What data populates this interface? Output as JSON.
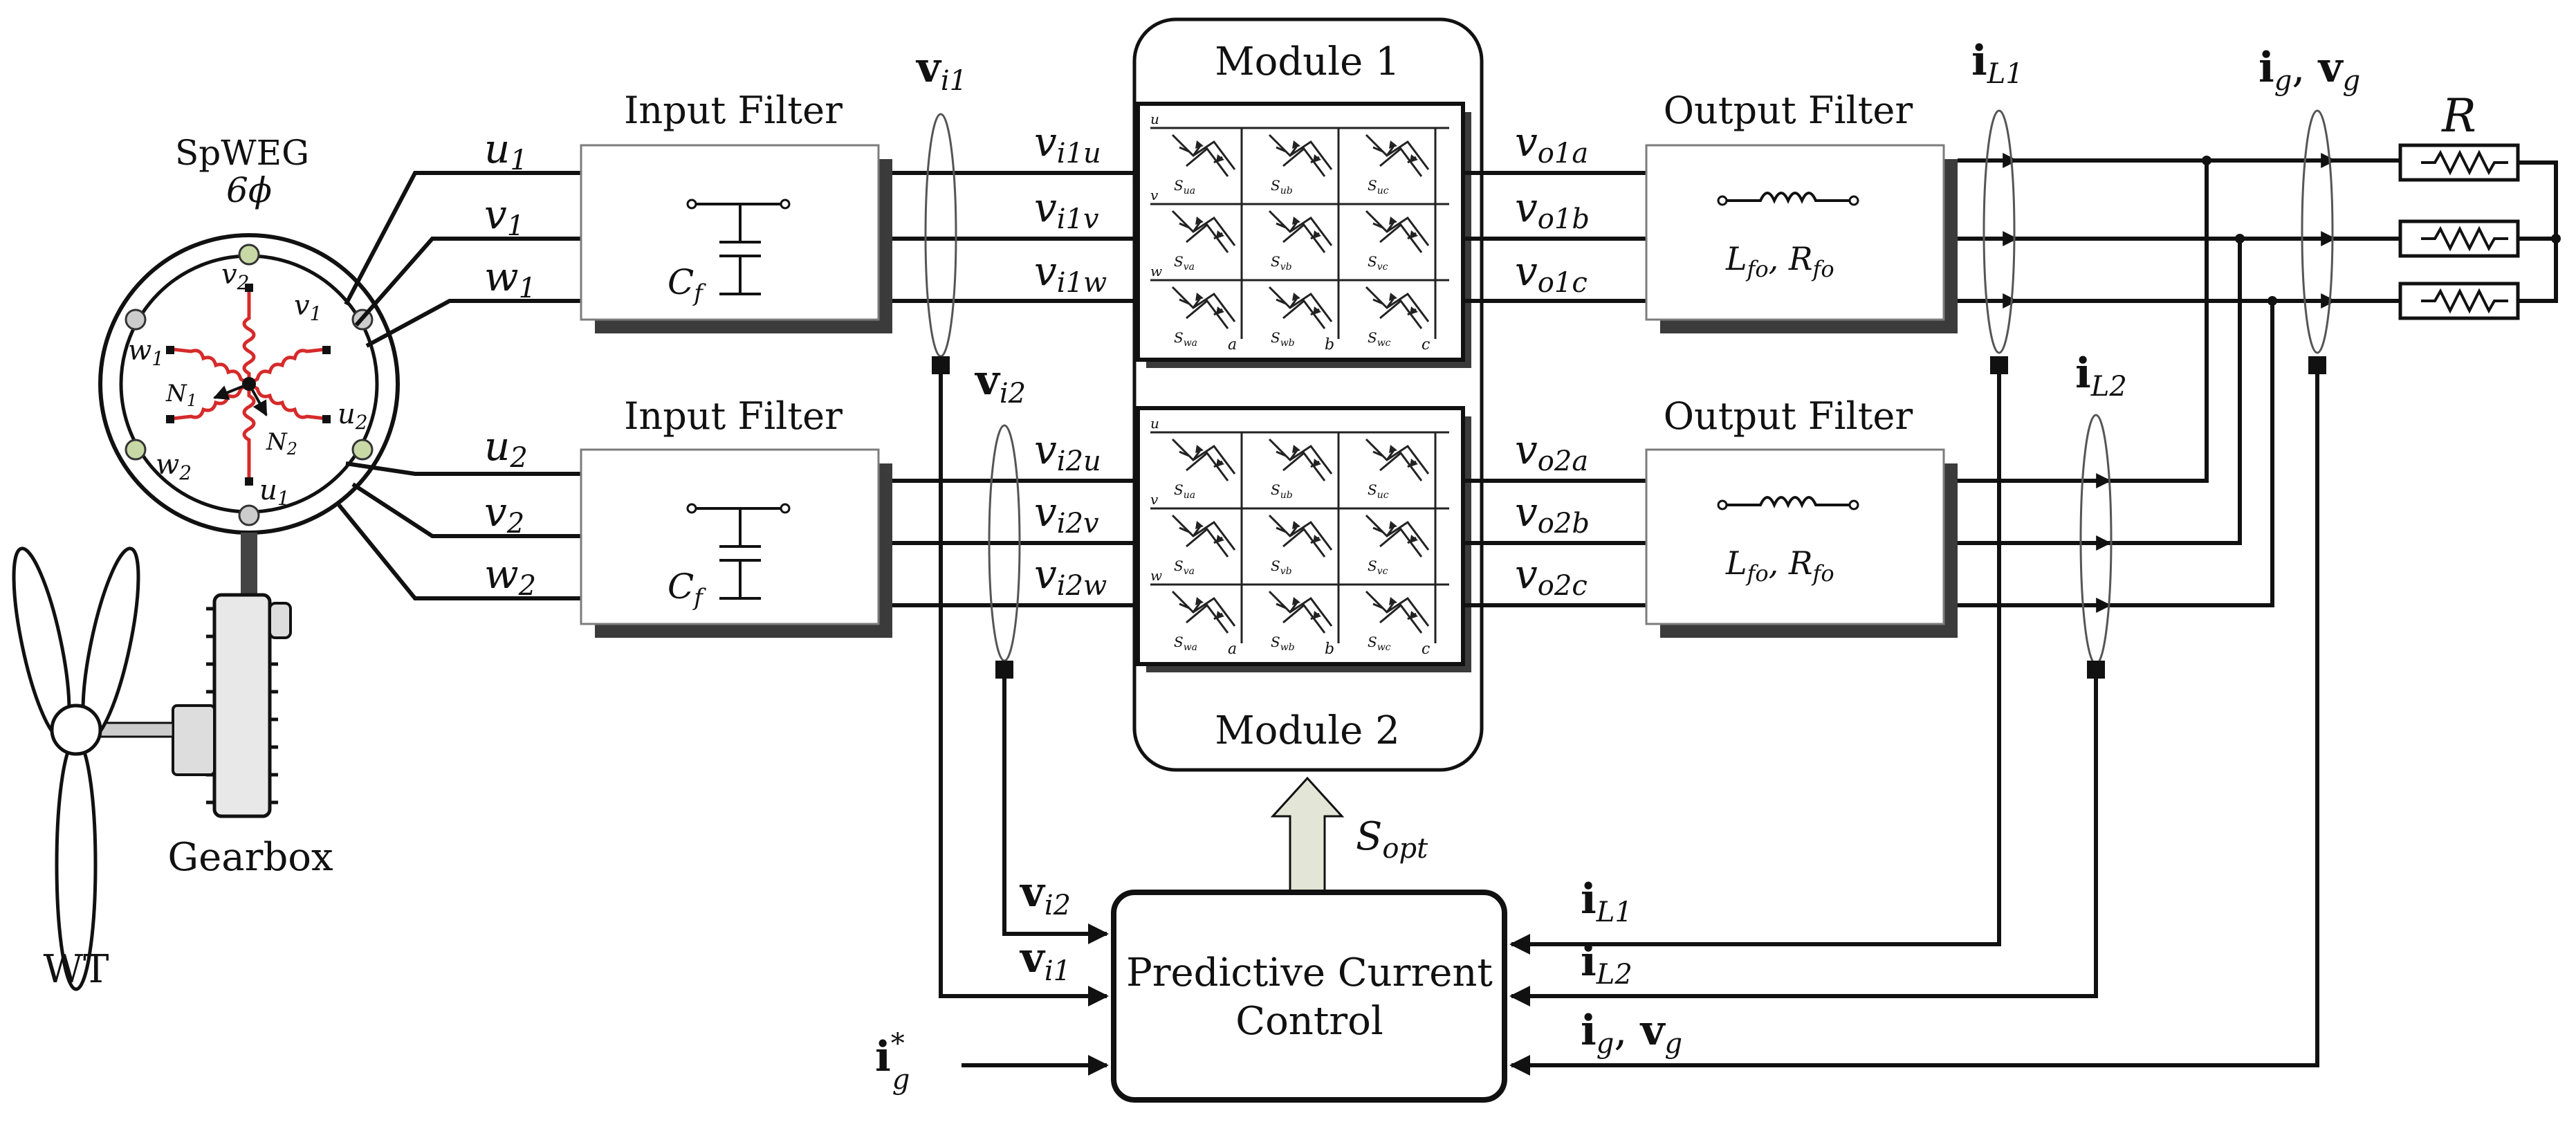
{
  "generator": {
    "name": "SpWEG",
    "phase": "6ϕ",
    "winding_labels": {
      "v2": "v",
      "v2_sub": "2",
      "v1": "v",
      "v1_sub": "1",
      "w1": "w",
      "w1_sub": "1",
      "u2": "u",
      "u2_sub": "2",
      "w2": "w",
      "w2_sub": "2",
      "u1": "u",
      "u1_sub": "1",
      "n1": "N",
      "n1_sub": "1",
      "n2": "N",
      "n2_sub": "2"
    }
  },
  "gearbox_label": "Gearbox",
  "turbine_label": "WT",
  "set1_inputs": [
    {
      "base": "u",
      "sub": "1"
    },
    {
      "base": "v",
      "sub": "1"
    },
    {
      "base": "w",
      "sub": "1"
    }
  ],
  "set2_inputs": [
    {
      "base": "u",
      "sub": "2"
    },
    {
      "base": "v",
      "sub": "2"
    },
    {
      "base": "w",
      "sub": "2"
    }
  ],
  "input_filter": {
    "title": "Input Filter",
    "cap_label": "C",
    "cap_sub": "f"
  },
  "output_filter": {
    "title": "Output Filter",
    "L": "L",
    "L_sub": "fo",
    "sep": ", ",
    "R": "R",
    "R_sub": "fo"
  },
  "module1": {
    "title": "Module 1",
    "in_labels": [
      {
        "base": "v",
        "sub": "i1u"
      },
      {
        "base": "v",
        "sub": "i1v"
      },
      {
        "base": "v",
        "sub": "i1w"
      }
    ],
    "out_labels": [
      {
        "base": "v",
        "sub": "o1a"
      },
      {
        "base": "v",
        "sub": "o1b"
      },
      {
        "base": "v",
        "sub": "o1c"
      }
    ]
  },
  "module2": {
    "title": "Module 2",
    "in_labels": [
      {
        "base": "v",
        "sub": "i2u"
      },
      {
        "base": "v",
        "sub": "i2v"
      },
      {
        "base": "v",
        "sub": "i2w"
      }
    ],
    "out_labels": [
      {
        "base": "v",
        "sub": "o2a"
      },
      {
        "base": "v",
        "sub": "o2b"
      },
      {
        "base": "v",
        "sub": "o2c"
      }
    ]
  },
  "matrix": {
    "rows": [
      "u",
      "v",
      "w"
    ],
    "cols": [
      "a",
      "b",
      "c"
    ],
    "switches": [
      {
        "base": "S",
        "sub": "ua"
      },
      {
        "base": "S",
        "sub": "ub"
      },
      {
        "base": "S",
        "sub": "uc"
      },
      {
        "base": "S",
        "sub": "va"
      },
      {
        "base": "S",
        "sub": "vb"
      },
      {
        "base": "S",
        "sub": "vc"
      },
      {
        "base": "S",
        "sub": "wa"
      },
      {
        "base": "S",
        "sub": "wb"
      },
      {
        "base": "S",
        "sub": "wc"
      }
    ]
  },
  "sensors": {
    "vi1": {
      "base": "v",
      "sub": "i1"
    },
    "vi2": {
      "base": "v",
      "sub": "i2"
    },
    "iL1": {
      "base": "i",
      "sub": "L1"
    },
    "iL2": {
      "base": "i",
      "sub": "L2"
    },
    "ig_vg": {
      "b1": "i",
      "s1": "g",
      "sep": ", ",
      "b2": "v",
      "s2": "g"
    }
  },
  "load_label": "R",
  "s_opt": {
    "base": "S",
    "sub": "opt"
  },
  "controller": {
    "line1": "Predictive Current",
    "line2": "Control"
  },
  "ctrl_inputs": {
    "vi2": {
      "base": "v",
      "sub": "i2"
    },
    "vi1": {
      "base": "v",
      "sub": "i1"
    },
    "iL1": {
      "base": "i",
      "sub": "L1"
    },
    "iL2": {
      "base": "i",
      "sub": "L2"
    },
    "ig_vg": {
      "b1": "i",
      "s1": "g",
      "sep": ", ",
      "b2": "v",
      "s2": "g"
    },
    "ig_ref": {
      "base": "i",
      "sub": "g",
      "sup": "*"
    }
  }
}
